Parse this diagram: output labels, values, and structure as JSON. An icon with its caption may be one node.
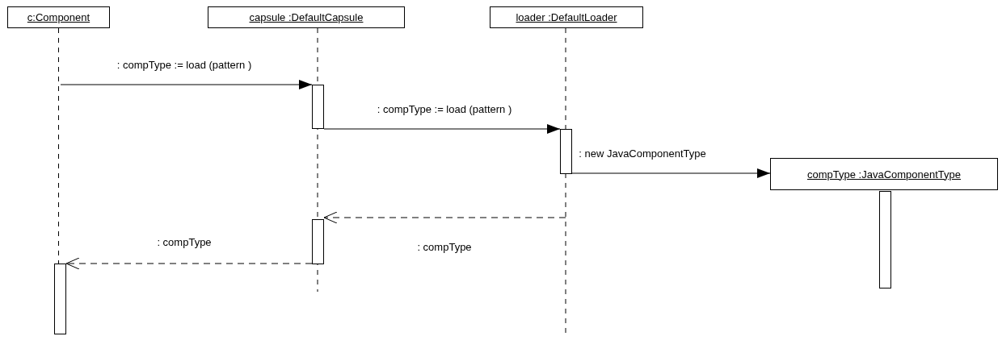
{
  "diagram": {
    "nodes": [
      {
        "text": [
          "c:Component"
        ]
      },
      {
        "text": [
          "capsule :DefaultCapsule"
        ]
      },
      {
        "text": [
          "loader :DefaultLoader"
        ]
      },
      {
        "text": [
          "compType :JavaComponentType"
        ]
      },
      {
        "text": [],
        "shape": "bar"
      },
      {
        "text": [],
        "shape": "bar"
      },
      {
        "text": [],
        "shape": "bar"
      },
      {
        "text": [],
        "shape": "bar"
      },
      {
        "text": [],
        "shape": "bar"
      }
    ],
    "edges": [
      {
        "from": null,
        "to": 4,
        "arrow": "to",
        "label": ": compType := load (pattern )"
      },
      {
        "from": 4,
        "to": 5,
        "arrow": "to",
        "label": ": compType := load (pattern )"
      },
      {
        "from": 5,
        "to": 3,
        "arrow": "to",
        "label": ": new JavaComponentType"
      },
      {
        "from": null,
        "to": 7,
        "arrow": "to",
        "label": ": compType",
        "style": "dashed"
      },
      {
        "from": 7,
        "to": 8,
        "arrow": "to",
        "label": ": compType",
        "style": "dashed"
      },
      {
        "from": 0,
        "to": 8,
        "arrow": "none",
        "style": "dashed"
      }
    ]
  }
}
